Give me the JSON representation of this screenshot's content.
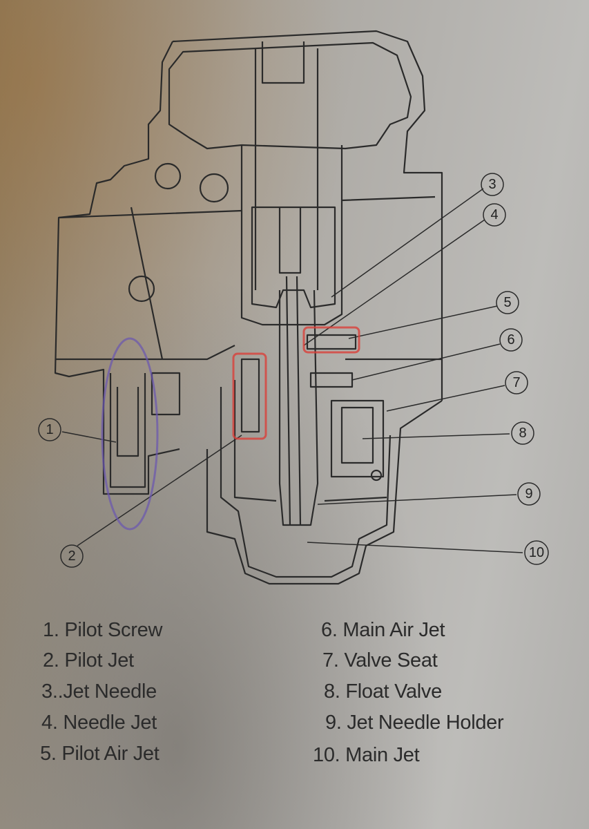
{
  "diagram": {
    "callouts": [
      "1",
      "2",
      "3",
      "4",
      "5",
      "6",
      "7",
      "8",
      "9",
      "10"
    ],
    "highlight_colors": {
      "red": "#d9403a",
      "purple": "#6a55b0"
    }
  },
  "legend": {
    "left": [
      "1. Pilot Screw",
      "2. Pilot Jet",
      "3..Jet Needle",
      "4. Needle Jet",
      "5. Pilot Air Jet"
    ],
    "right": [
      "6. Main Air Jet",
      "7. Valve Seat",
      "8. Float Valve",
      "9. Jet Needle Holder",
      "10. Main Jet"
    ]
  }
}
